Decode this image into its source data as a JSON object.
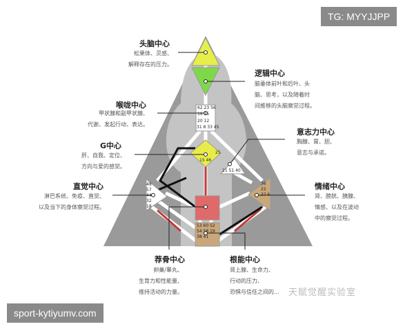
{
  "badge_top": "TG: MYYJJPP",
  "badge_bottom": "sport-kytiyumv.com",
  "watermark": "天赋觉醒实验室",
  "centers": {
    "head": {
      "title": "头脑中心",
      "lines": [
        "松果体、灵感、",
        "解释存在的压力。"
      ],
      "color": "#e6ef4a"
    },
    "ajna": {
      "title": "逻辑中心",
      "lines": [
        "脑垂体前叶和后叶、头",
        "脑、思考，以及随着时",
        "间推移的头脑察觉过程。"
      ],
      "color": "#7fd84a"
    },
    "throat": {
      "title": "喉咙中心",
      "lines": [
        "甲状腺和副甲状腺、",
        "代谢、发起行动、表达。"
      ],
      "color": "#ffffff"
    },
    "will": {
      "title": "意志力中心",
      "lines": [
        "胸腺、胃、胆、",
        "意志与承诺。"
      ],
      "color": "#ffffff"
    },
    "g": {
      "title": "G中心",
      "lines": [
        "肝、自我、定位、",
        "方向与爱的感觉。"
      ],
      "color": "#e8ec4a"
    },
    "spleen": {
      "title": "直觉中心",
      "lines": [
        "淋巴系统、免疫、直觉、",
        "以及当下的身体察觉过程。"
      ],
      "color": "#ffffff"
    },
    "solar": {
      "title": "情绪中心",
      "lines": [
        "肾、膀胱、胰腺、",
        "情感、以及在波动",
        "中的察觉过程。"
      ],
      "color": "#c9a77a"
    },
    "sacral": {
      "title": "荐骨中心",
      "lines": [
        "卵巢/睾丸、",
        "生育力和性能量、",
        "维持活动的力量。"
      ],
      "color": "#e06a6a"
    },
    "root": {
      "title": "根能中心",
      "lines": [
        "肾上腺、生命力、",
        "行动的压力、",
        "恐惧与信任之间的..."
      ],
      "color": "#c9a77a"
    }
  },
  "gates": {
    "throat_top": "62 23 56",
    "throat_mid": "16  35",
    "throat_low": "20  12",
    "throat_bottom": "31 8 33 45",
    "g_right": "25",
    "g_low": "15 46",
    "will": "21 51 40",
    "spleen": "48 57 44 32 18",
    "solar": "36 22 37 6",
    "root": "53 60 52 54 58 19 38 41"
  }
}
